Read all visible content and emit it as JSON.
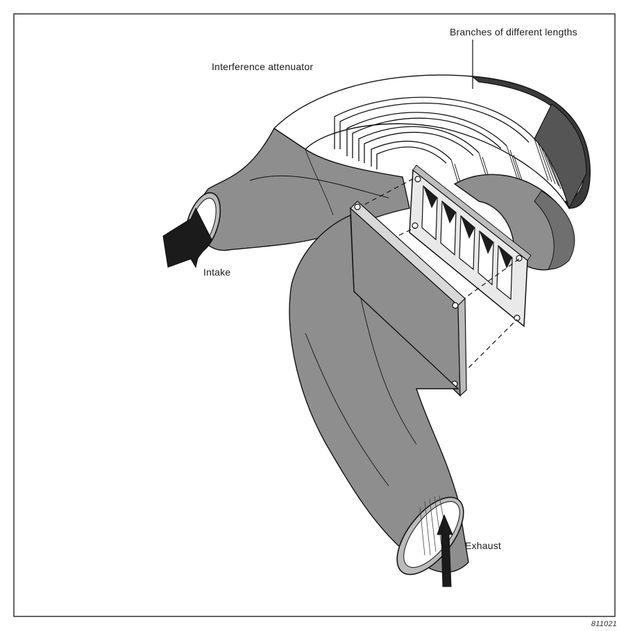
{
  "labels": {
    "attenuator": "Interference attenuator",
    "branches": "Branches of different lengths",
    "intake": "Intake",
    "exhaust": "Exhaust",
    "figure_id": "811021"
  },
  "colors": {
    "duct_fill": "#8e8e8e",
    "duct_shade": "#6f6f6f",
    "line": "#111111",
    "flange": "#e9e9e9",
    "background": "#ffffff"
  },
  "icons": {
    "intake_arrow": "arrow-right-icon",
    "exhaust_arrow": "arrow-up-icon"
  }
}
